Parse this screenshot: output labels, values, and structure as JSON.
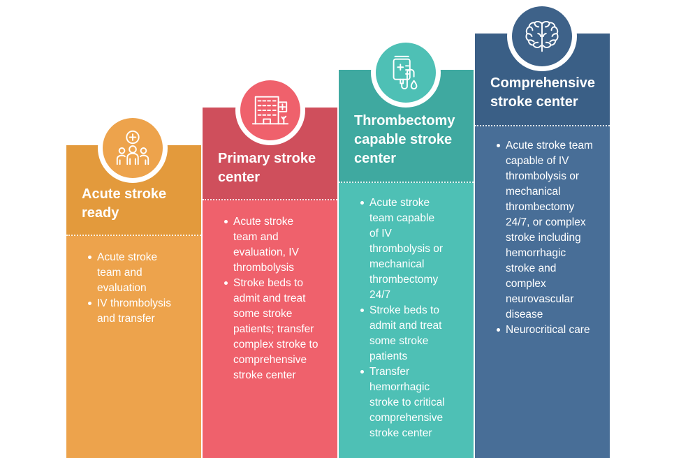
{
  "columns": [
    {
      "title": "Acute stroke ready",
      "icon": "people-medical-team-icon",
      "colors": {
        "header": "#e39a3c",
        "body": "#eda34c"
      },
      "items": [
        "Acute stroke team and evaluation",
        "IV thrombolysis and transfer"
      ]
    },
    {
      "title": "Primary stroke center",
      "icon": "hospital-building-icon",
      "colors": {
        "header": "#cf4f5c",
        "body": "#ef616c"
      },
      "items": [
        "Acute stroke team and evaluation, IV thrombolysis",
        "Stroke beds to admit and treat some stroke patients; transfer complex stroke to comprehensive stroke center"
      ]
    },
    {
      "title": "Thrombectomy capable stroke center",
      "icon": "iv-bag-icon",
      "colors": {
        "header": "#3fa9a0",
        "body": "#4ec0b5"
      },
      "items": [
        "Acute stroke team capable of IV thrombolysis or mechanical thrombectomy 24/7",
        "Stroke beds to admit and treat some stroke patients",
        "Transfer hemorrhagic stroke to critical comprehensive stroke center"
      ]
    },
    {
      "title": "Comprehensive stroke center",
      "icon": "brain-icon",
      "colors": {
        "header": "#3a5f86",
        "body": "#486e97"
      },
      "items": [
        "Acute stroke team capable of IV thrombolysis or mechanical thrombectomy 24/7, or complex stroke including hemorrhagic stroke and complex neurovascular disease",
        "Neurocritical care"
      ]
    }
  ]
}
